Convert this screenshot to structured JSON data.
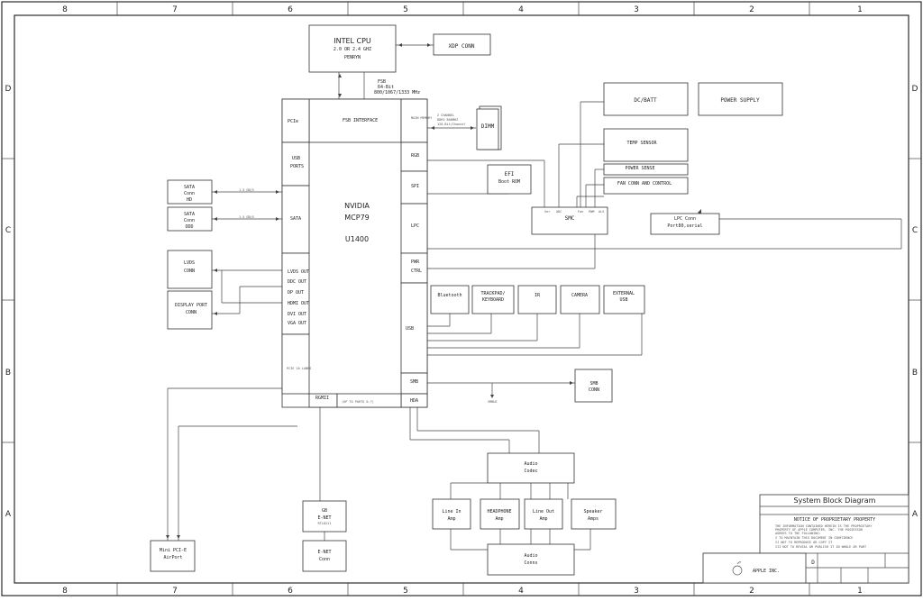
{
  "grid": {
    "cols": [
      "8",
      "7",
      "6",
      "5",
      "4",
      "3",
      "2",
      "1"
    ],
    "rows": [
      "D",
      "C",
      "B",
      "A"
    ]
  },
  "cpu": {
    "title": "INTEL CPU",
    "speed": "2.0 OR 2.4 GHZ",
    "name": "PENRYN"
  },
  "xdp": {
    "title": "XDP CONN"
  },
  "fsb": {
    "label1": "FSB",
    "label2": "64-Bit",
    "label3": "800/1067/1333 MHz"
  },
  "mcp": {
    "title": "NVIDIA",
    "part": "MCP79",
    "ref": "U1400",
    "sections": {
      "pcie": "PCIe",
      "fsb": "FSB INTERFACE",
      "main_memory": "MAIN MEMORY",
      "usb": "USB",
      "ports": "PORTS",
      "sata": "SATA",
      "rgb": "RGB",
      "spi": "SPI",
      "lpc": "LPC",
      "pwr": "PWR",
      "ctrl": "CTRL",
      "usb_side": "USB",
      "smb": "SMB",
      "hda": "HDA",
      "ethernet": "RGMII",
      "enet_sub": "(UP TO PORTS 0-7)",
      "pcie_lanes": "PCIE 16 LANES"
    },
    "display_lines": [
      "LVDS OUT",
      "DDC OUT",
      "DP OUT",
      "HDMI OUT",
      "DVI OUT",
      "VGA OUT"
    ]
  },
  "memory": {
    "title": "DIMM",
    "bus1": "2 CHANNEL",
    "bus2": "DDR3 800MHZ",
    "bus3": "128-Bit/Channel"
  },
  "efi": {
    "title": "EFI",
    "sub": "Boot ROM"
  },
  "sata_hd": {
    "l1": "SATA",
    "l2": "Conn",
    "l3": "HD"
  },
  "sata_odd": {
    "l1": "SATA",
    "l2": "Conn",
    "l3": "ODD"
  },
  "sata_speed": "1.5 GB/S",
  "lvds": {
    "l1": "LVDS",
    "l2": "CONN"
  },
  "display_port": {
    "l1": "DISPLAY PORT",
    "l2": "CONN"
  },
  "dc_batt": {
    "title": "DC/BATT"
  },
  "power_supply": {
    "title": "POWER SUPPLY"
  },
  "temp_sensor": {
    "title": "TEMP SENSOR"
  },
  "power_sense": {
    "title": "POWER SENSE"
  },
  "fan": {
    "title": "FAN CONN AND CONTROL"
  },
  "smc": {
    "title": "SMC",
    "pins": [
      "Ser",
      "ADC",
      "Fan",
      "PWM",
      "ALS"
    ]
  },
  "lpc_conn": {
    "l1": "LPC Conn",
    "l2": "Port80,serial"
  },
  "usb_devices": [
    {
      "l1": "Bluetooth",
      "l2": ""
    },
    {
      "l1": "TRACKPAD/",
      "l2": "KEYBOARD"
    },
    {
      "l1": "IR",
      "l2": ""
    },
    {
      "l1": "CAMERA",
      "l2": ""
    },
    {
      "l1": "EXTERNAL",
      "l2": "USB"
    }
  ],
  "smb_conn": {
    "l1": "SMB",
    "l2": "CONN"
  },
  "smbus": "SMBUS",
  "audio_codec": {
    "l1": "Audio",
    "l2": "Codec"
  },
  "audio_amps": [
    {
      "l1": "Line In",
      "l2": "Amp"
    },
    {
      "l1": "HEADPHONE",
      "l2": "Amp"
    },
    {
      "l1": "Line Out",
      "l2": "Amp"
    },
    {
      "l1": "Speaker",
      "l2": "Amps"
    }
  ],
  "audio_conns": {
    "l1": "Audio",
    "l2": "Conns"
  },
  "enet_phy": {
    "l1": "GB",
    "l2": "E-NET",
    "l3": "RTL8211"
  },
  "enet_conn": {
    "l1": "E-NET",
    "l2": "Conn"
  },
  "airport": {
    "l1": "Mini PCI-E",
    "l2": "AirPort"
  },
  "title_block": {
    "title": "System Block Diagram",
    "notice": "NOTICE OF PROPRIETARY PROPERTY",
    "text1": "THE INFORMATION CONTAINED HEREIN IS THE PROPRIETARY",
    "text2": "PROPERTY OF APPLE COMPUTER, INC. THE POSSESSOR",
    "text3": "AGREES TO THE FOLLOWING:",
    "item1": "I TO MAINTAIN THIS DOCUMENT IN CONFIDENCE",
    "item2": "II NOT TO REPRODUCE OR COPY IT",
    "item3": "III NOT TO REVEAL OR PUBLISH IT IN WHOLE OR PART",
    "size": "D",
    "company": "APPLE INC."
  }
}
